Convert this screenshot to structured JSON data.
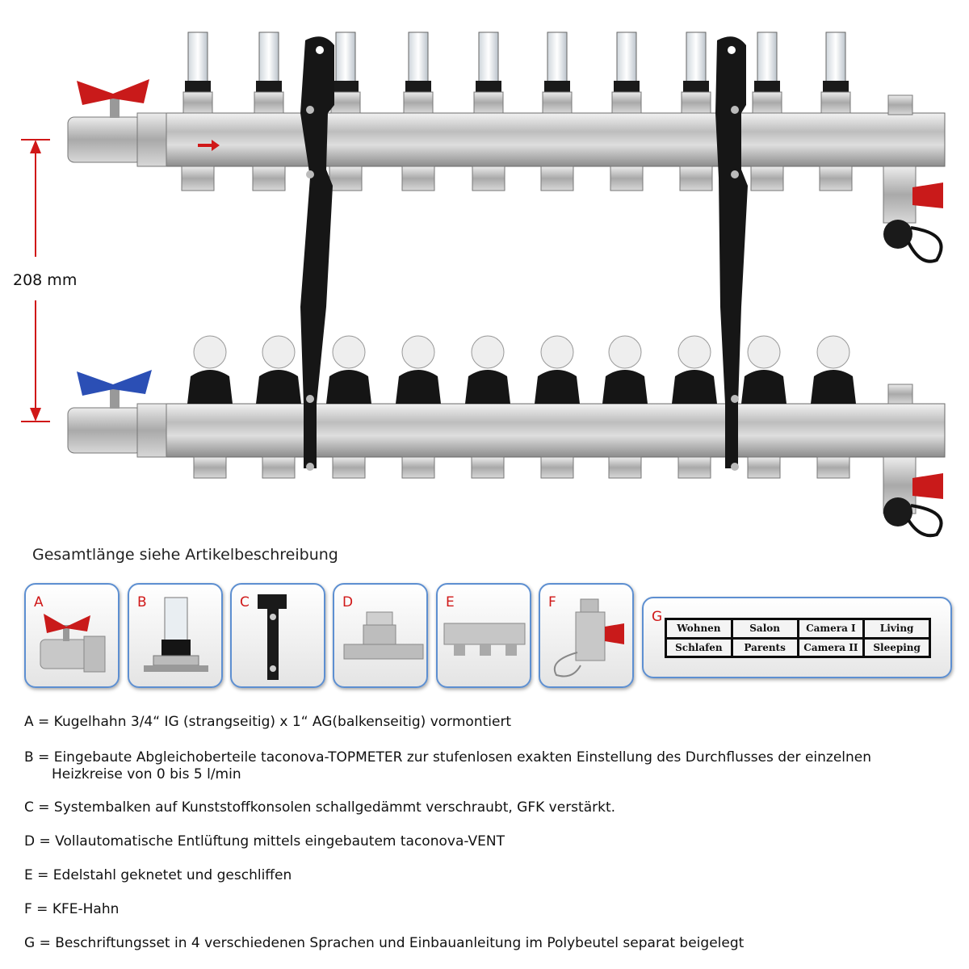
{
  "dimension": {
    "label": "208 mm"
  },
  "subtitle": "Gesamtlänge siehe Artikelbeschreibung",
  "thumbnails": [
    "A",
    "B",
    "C",
    "D",
    "E",
    "F"
  ],
  "labels_set": {
    "letter": "G",
    "cells": [
      "Wohnen",
      "Salon",
      "Camera I",
      "Living",
      "Schlafen",
      "Parents",
      "Camera II",
      "Sleeping"
    ]
  },
  "legend": [
    {
      "text": "A = Kugelhahn 3/4“ IG (strangseitig) x 1“ AG(balkenseitig) vormontiert",
      "cont": ""
    },
    {
      "text": "B = Eingebaute Abgleichoberteile taconova-TOPMETER zur stufenlosen exakten Einstellung des Durchflusses der einzelnen",
      "cont": "Heizkreise von 0 bis 5 l/min"
    },
    {
      "text": "C = Systembalken auf Kunststoffkonsolen schallgedämmt verschraubt, GFK verstärkt.",
      "cont": ""
    },
    {
      "text": "D = Vollautomatische Entlüftung mittels eingebautem taconova-VENT",
      "cont": ""
    },
    {
      "text": "E = Edelstahl geknetet und geschliffen",
      "cont": ""
    },
    {
      "text": "F = KFE-Hahn",
      "cont": ""
    },
    {
      "text": "G = Beschriftungsset in 4 verschiedenen Sprachen und Einbauanleitung im Polybeutel separat beigelegt",
      "cont": ""
    }
  ],
  "colors": {
    "accent_red": "#d01818",
    "card_border": "#5d8fd1"
  }
}
